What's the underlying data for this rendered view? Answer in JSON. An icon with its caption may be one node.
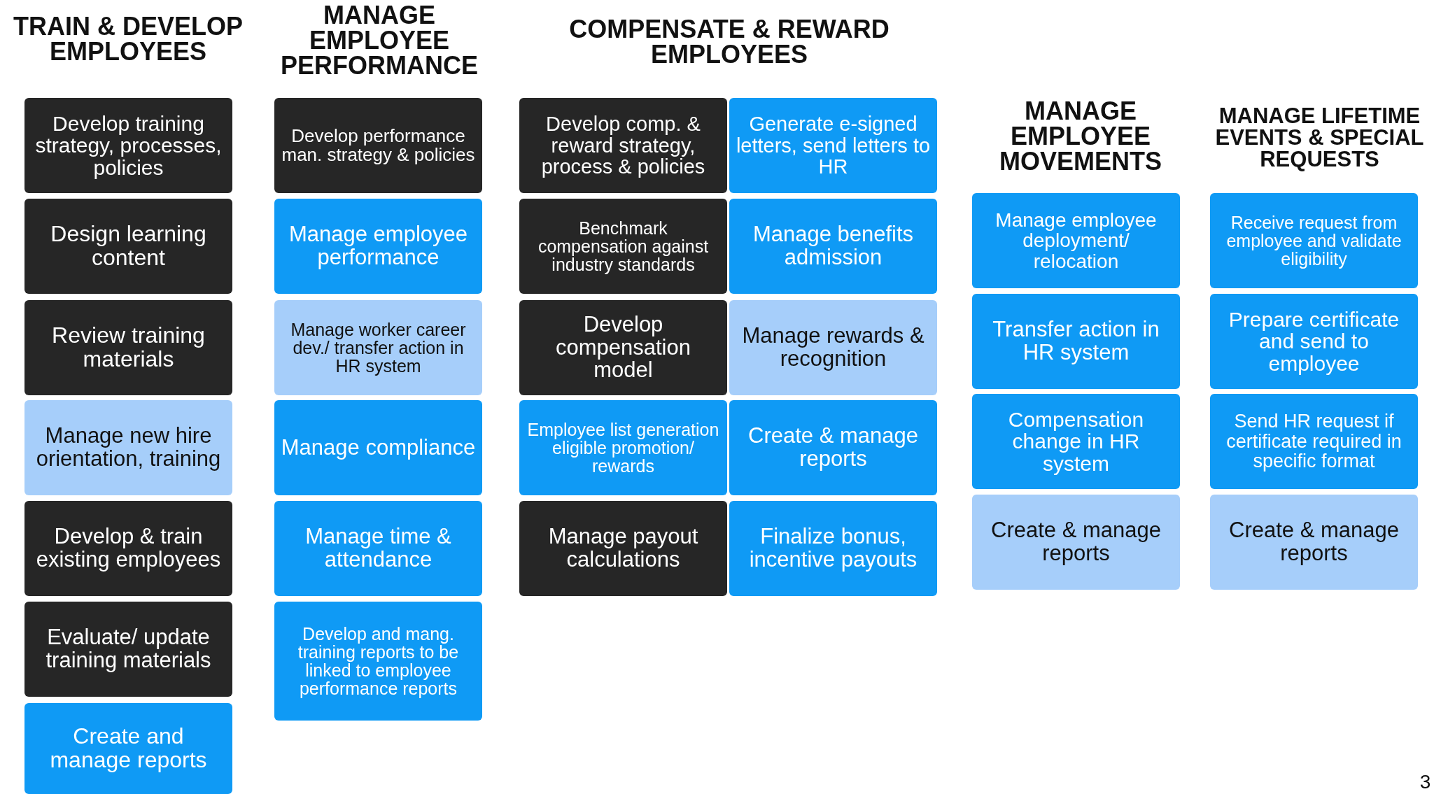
{
  "diagram": {
    "nodes": [
      {
        "text": [
          "Develop training strategy, processes, policies"
        ]
      },
      {
        "text": [
          "Design learning content"
        ]
      },
      {
        "text": [
          "Review training materials"
        ]
      },
      {
        "text": [
          "Manage new hire orientation, training"
        ]
      },
      {
        "text": [
          "Develop & train existing employees"
        ]
      },
      {
        "text": [
          "Evaluate/ update training materials"
        ]
      },
      {
        "text": [
          "Create and manage reports"
        ]
      },
      {
        "text": [
          "Develop performance man. strategy & policies"
        ]
      },
      {
        "text": [
          "Manage employee performance"
        ]
      },
      {
        "text": [
          "Manage worker career dev./ transfer action in HR system"
        ]
      },
      {
        "text": [
          "Manage compliance"
        ]
      },
      {
        "text": [
          "Manage time & attendance"
        ]
      },
      {
        "text": [
          "Develop and mang. training reports to be linked to employee performance reports"
        ]
      },
      {
        "text": [
          "Develop comp. & reward strategy, process & policies"
        ]
      },
      {
        "text": [
          "Generate e-signed letters, send letters to HR"
        ]
      },
      {
        "text": [
          "Benchmark compensation against industry standards"
        ]
      },
      {
        "text": [
          "Manage benefits admission"
        ]
      },
      {
        "text": [
          "Develop compensation model"
        ]
      },
      {
        "text": [
          "Manage rewards & recognition"
        ]
      },
      {
        "text": [
          "Employee list generation eligible promotion/ rewards"
        ]
      },
      {
        "text": [
          "Create & manage reports"
        ]
      },
      {
        "text": [
          "Manage payout calculations"
        ]
      },
      {
        "text": [
          "Finalize bonus, incentive payouts"
        ]
      },
      {
        "text": [
          "Manage employee deployment/ relocation"
        ]
      },
      {
        "text": [
          "Transfer action in HR system"
        ]
      },
      {
        "text": [
          "Compensation change in HR system"
        ]
      },
      {
        "text": [
          "Create & manage reports"
        ]
      },
      {
        "text": [
          "Receive request from employee and validate eligibility"
        ]
      },
      {
        "text": [
          "Prepare certificate and send to employee"
        ]
      },
      {
        "text": [
          "Send HR request if certificate required in specific format"
        ]
      },
      {
        "text": [
          "Create & manage reports"
        ]
      }
    ],
    "labels": [
      "TRAIN & DEVELOP EMPLOYEES",
      "MANAGE EMPLOYEE PERFORMANCE",
      "COMPENSATE & REWARD EMPLOYEES",
      "MANAGE EMPLOYEE MOVEMENTS",
      "MANAGE LIFETIME EVENTS & SPECIAL REQUESTS",
      "3"
    ]
  }
}
